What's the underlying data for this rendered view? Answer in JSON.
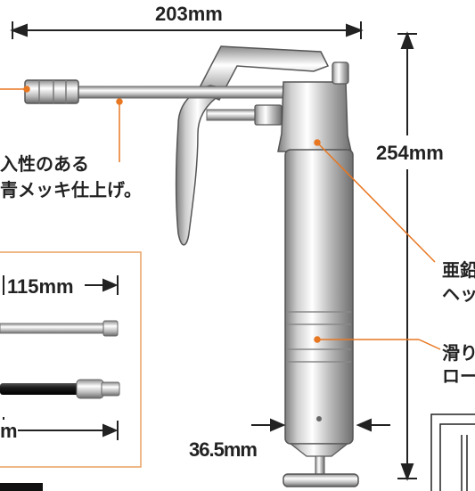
{
  "dimensions": {
    "length": "203mm",
    "height": "254mm",
    "diameter": "36.5mm",
    "nozzle_pipe": "115mm",
    "bottom_partial": "m"
  },
  "callouts": {
    "left_line1": "入性のある",
    "left_line2": "青メッキ仕上げ。",
    "right1_line1": "亜鉛",
    "right1_line2": "ヘッ",
    "right2_line1": "滑り",
    "right2_line2": "ロー"
  },
  "colors": {
    "accent_orange": "#e87722",
    "inset_border": "#e8a060",
    "metal_light": "#e6e6e6",
    "metal_dark": "#8a8a8a"
  }
}
